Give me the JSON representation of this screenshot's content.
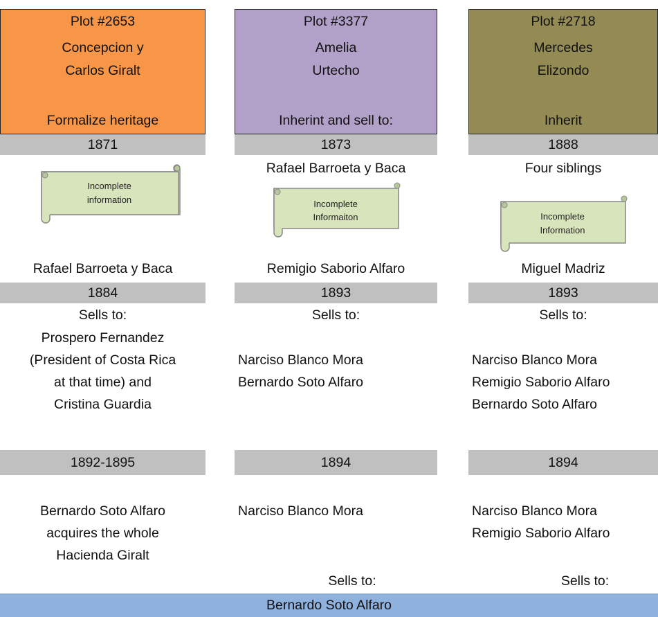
{
  "columns": [
    {
      "plot": "Plot #2653",
      "owner_line1": "Concepcion y",
      "owner_line2": "Carlos Giralt",
      "action": "Formalize heritage",
      "color": "#f79646",
      "year1": "1871",
      "receiver1": "",
      "scroll_text": [
        "Incomplete",
        "information"
      ],
      "owner2": "Rafael Barroeta y Baca",
      "year2": "1884",
      "sells_label": "Sells to:",
      "buyers": [
        "Prospero Fernandez",
        "(President of Costa Rica",
        "at that time) and",
        "Cristina Guardia"
      ],
      "year3": "1892-1895",
      "outcome": [
        "Bernardo Soto Alfaro",
        "acquires the whole",
        "Hacienda Giralt"
      ],
      "final_sells": ""
    },
    {
      "plot": "Plot #3377",
      "owner_line1": "Amelia",
      "owner_line2": "Urtecho",
      "action": "Inherint and sell to:",
      "color": "#b1a0c7",
      "year1": "1873",
      "receiver1": "Rafael Barroeta y Baca",
      "scroll_text": [
        "Incomplete",
        "Informaiton"
      ],
      "owner2": "Remigio Saborio Alfaro",
      "year2": "1893",
      "sells_label": "Sells to:",
      "buyers": [
        "Narciso Blanco Mora",
        "Bernardo Soto Alfaro"
      ],
      "year3": "1894",
      "outcome": [
        "Narciso Blanco Mora"
      ],
      "final_sells": "Sells to:"
    },
    {
      "plot": "Plot #2718",
      "owner_line1": "Mercedes",
      "owner_line2": "Elizondo",
      "action": "Inherit",
      "color": "#948a54",
      "year1": "1888",
      "receiver1": "Four siblings",
      "scroll_text": [
        "Incomplete",
        "Information"
      ],
      "owner2": "Miguel Madriz",
      "year2": "1893",
      "sells_label": "Sells to:",
      "buyers": [
        "Narciso Blanco Mora",
        "Remigio Saborio Alfaro",
        "Bernardo Soto Alfaro"
      ],
      "year3": "1894",
      "outcome": [
        "Narciso Blanco Mora",
        "Remigio Saborio Alfaro"
      ],
      "final_sells": "Sells to:"
    }
  ],
  "final_owner": "Bernardo Soto Alfaro",
  "colors": {
    "year_bar": "#c0c0c0",
    "final_bar": "#8fb1de",
    "scroll_fill": "#d8e4bc"
  }
}
